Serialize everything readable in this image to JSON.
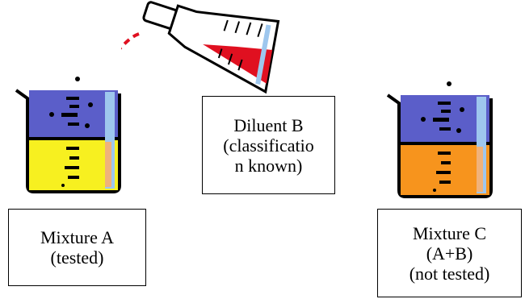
{
  "diagram": {
    "mixture_a": {
      "lines": [
        "Mixture A",
        "(tested)"
      ],
      "liquid_color": "#f7f020"
    },
    "diluent_b": {
      "lines": [
        "Diluent B",
        "(classificatio",
        "n known)"
      ],
      "liquid_color": "#e01020"
    },
    "mixture_c": {
      "lines": [
        "Mixture C",
        "(A+B)",
        "(not tested)"
      ],
      "liquid_color": "#f7941d"
    },
    "colors": {
      "top_layer": "#5b5ec9",
      "glass_highlight": "#9ec7ee",
      "pour_stream": "#e01020",
      "outline": "#000000"
    }
  }
}
